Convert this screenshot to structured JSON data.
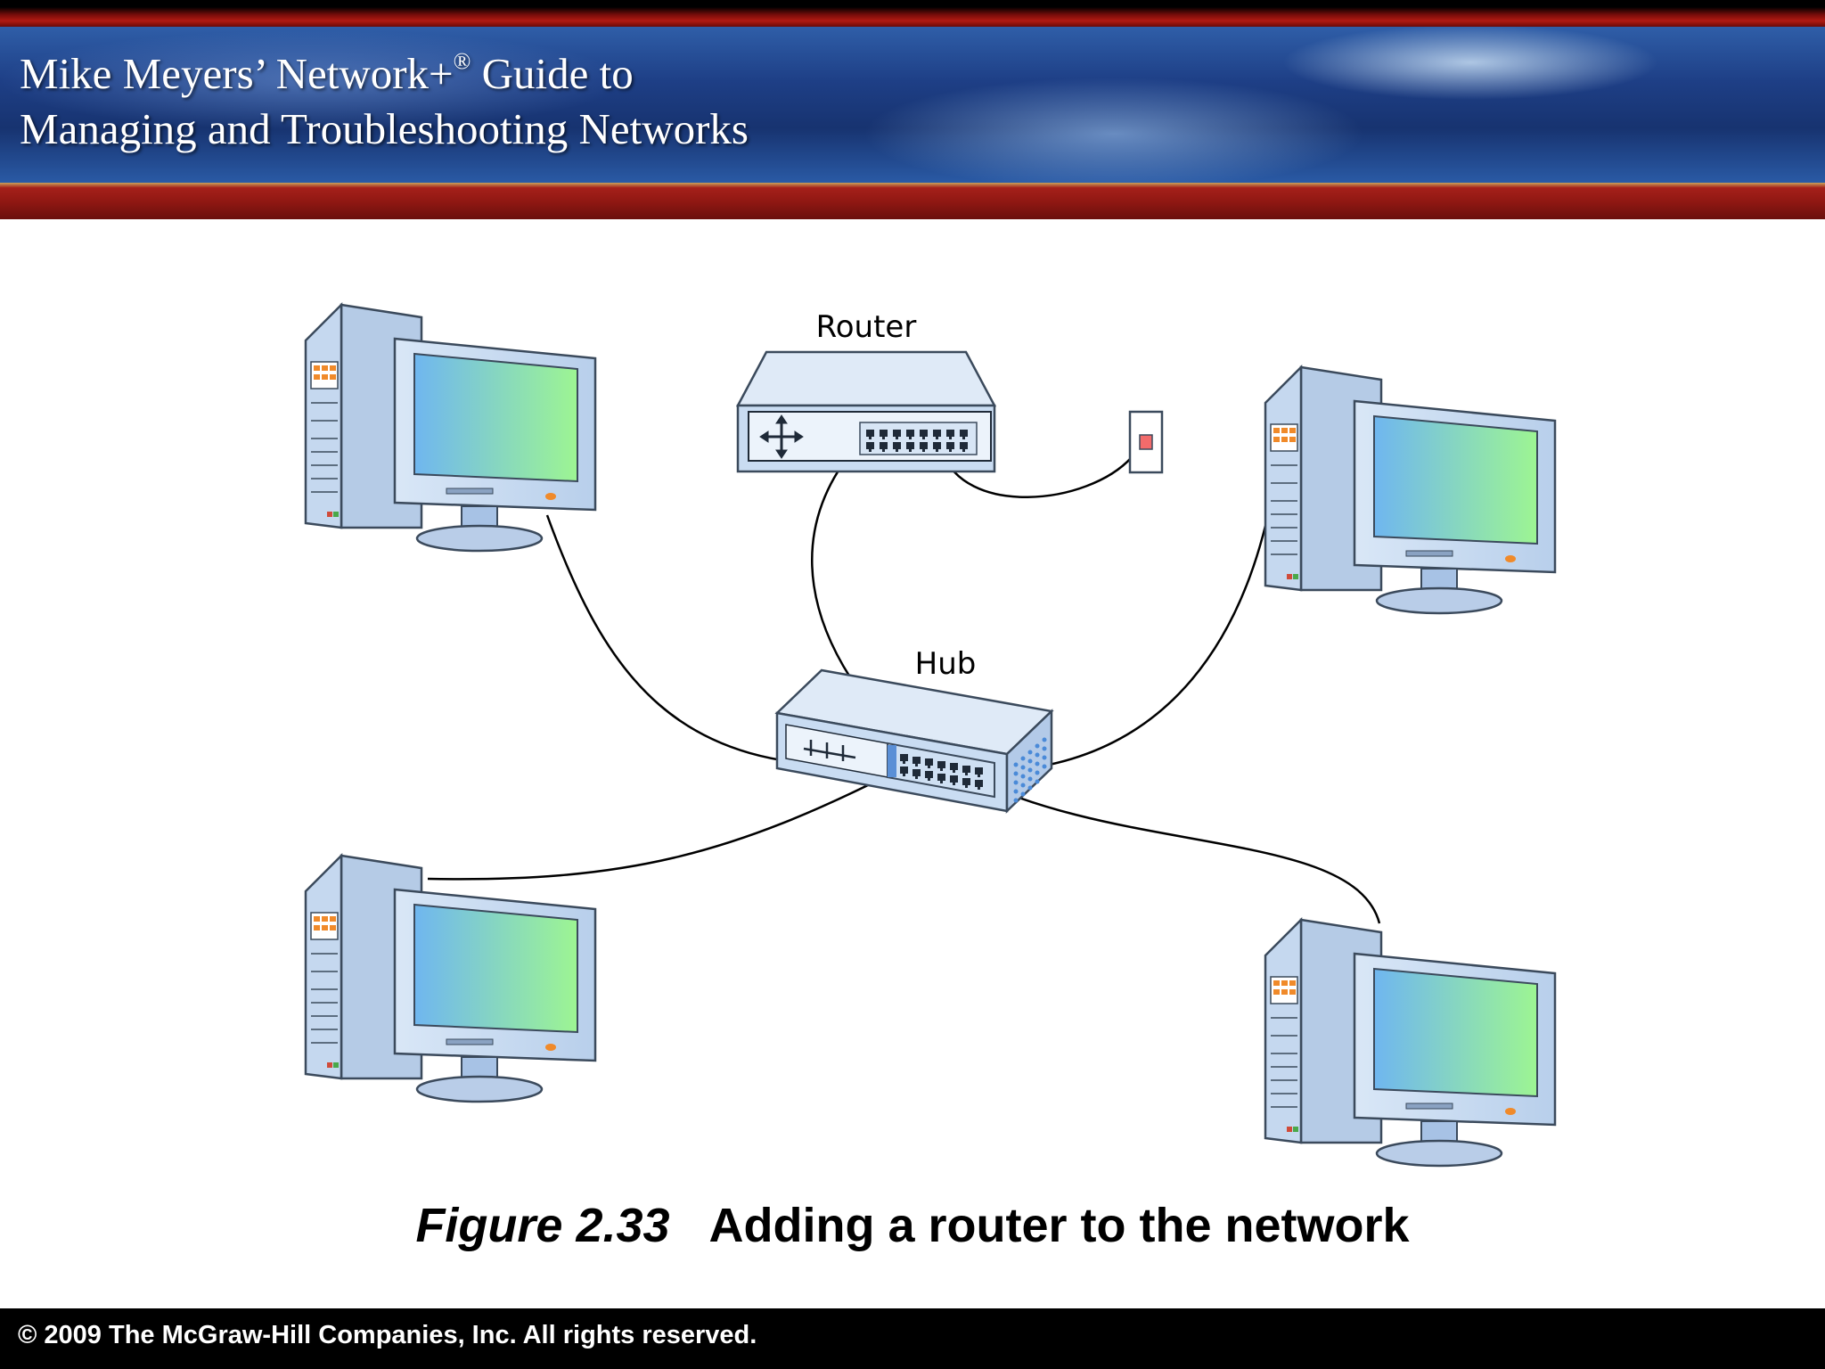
{
  "header": {
    "title_line1_main": "Mike Meyers’ Network+",
    "title_line1_reg": "®",
    "title_line1_end": " Guide to",
    "title_line2": "Managing and Troubleshooting Networks"
  },
  "diagram": {
    "router_label": "Router",
    "hub_label": "Hub"
  },
  "caption": {
    "figure_number": "Figure 2.33",
    "figure_title": "Adding a router to the network"
  },
  "footer": {
    "copyright": "© 2009 The McGraw-Hill Companies, Inc. All rights reserved."
  },
  "colors": {
    "banner_blue": "#1e3f86",
    "banner_red": "#8e1712",
    "device_body": "#c9dcf2",
    "screen_blue": "#6fb6f0",
    "screen_green": "#9df592"
  }
}
